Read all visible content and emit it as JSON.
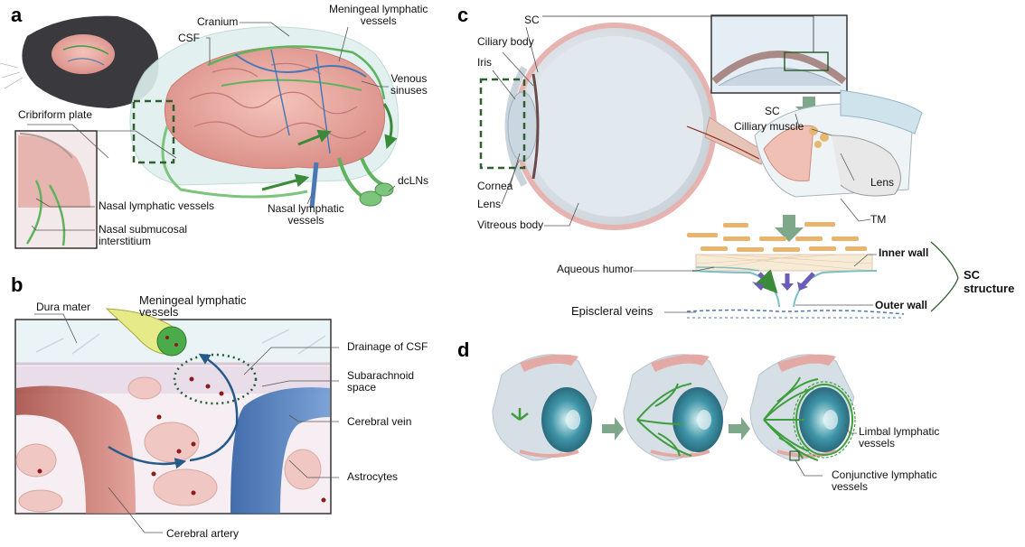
{
  "panels": {
    "a": {
      "letter": "a",
      "labels": {
        "cranium": "Cranium",
        "csf": "CSF",
        "meningeal": "Meningeal lymphatic\nvessels",
        "venous": "Venous\nsinuses",
        "cribriform": "Cribriform plate",
        "dclns": "dcLNs",
        "nasal_vessels_right": "Nasal lymphatic\nvessels",
        "nasal_vessels": "Nasal lymphatic vessels",
        "nasal_submucosal": "Nasal submucosal\ninterstitium"
      }
    },
    "b": {
      "letter": "b",
      "labels": {
        "dura": "Dura mater",
        "meningeal": "Meningeal lymphatic\nvessels",
        "drainage": "Drainage of CSF",
        "subarachnoid": "Subarachnoid\nspace",
        "cerebral_vein": "Cerebral vein",
        "astrocytes": "Astrocytes",
        "cerebral_artery": "Cerebral artery"
      }
    },
    "c": {
      "letter": "c",
      "labels": {
        "sc_top": "SC",
        "ciliary_body": "Ciliary body",
        "iris": "Iris",
        "cornea": "Cornea",
        "lens_left": "Lens",
        "vitreous": "Vitreous body",
        "sc_mid": "SC",
        "cilliary_muscle": "Cilliary muscle",
        "lens_right": "Lens",
        "tm": "TM",
        "inner_wall": "Inner wall",
        "aqueous": "Aqueous humor",
        "sc_structure": "SC\nstructure",
        "outer_wall": "Outer wall",
        "episcleral": "Episcleral veins"
      }
    },
    "d": {
      "letter": "d",
      "labels": {
        "limbal": "Limbal lymphatic\nvessels",
        "conjunctive": "Conjunctive lymphatic\nvessels"
      }
    }
  },
  "colors": {
    "lymph_green": "#3e9e3e",
    "brain_pink": "#e8a7a0",
    "vein_blue": "#4a78b5",
    "dashed_green": "#2f5e2f",
    "arrow_purple": "#6a5cb8"
  }
}
